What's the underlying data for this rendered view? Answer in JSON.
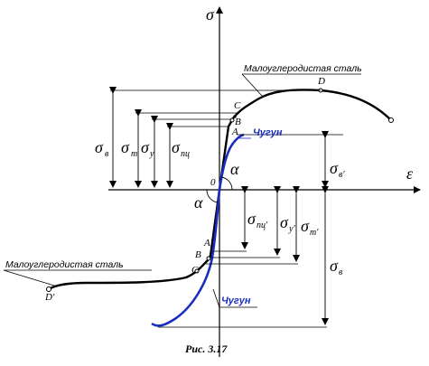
{
  "figure": {
    "caption": "Рис. 3.17",
    "axes": {
      "y_label": "σ",
      "x_label": "ε"
    },
    "origin_label": "0",
    "angle_label": "α",
    "curves": [
      {
        "name": "Малоуглеродистая сталь",
        "color": "#000000",
        "points": [
          "A",
          "B",
          "C",
          "D"
        ]
      },
      {
        "name": "Чугун",
        "color": "#1a2dbf"
      }
    ],
    "upper_quadrant": {
      "stress_labels": [
        {
          "sym": "σ",
          "sub": "в"
        },
        {
          "sym": "σ",
          "sub": "т"
        },
        {
          "sym": "σ",
          "sub": "у"
        },
        {
          "sym": "σ",
          "sub": "пц"
        }
      ],
      "cast_iron_label": {
        "sym": "σ",
        "sub": "в",
        "prime": "′"
      }
    },
    "lower_quadrant": {
      "stress_labels": [
        {
          "sym": "σ",
          "sub": "пц",
          "prime": "′"
        },
        {
          "sym": "σ",
          "sub": "у",
          "prime": "′"
        },
        {
          "sym": "σ",
          "sub": "т",
          "prime": "′"
        },
        {
          "sym": "σ",
          "sub": "в"
        }
      ],
      "points": [
        "A′",
        "B",
        "C",
        "D′"
      ]
    },
    "labels": {
      "steel_top": "Малоуглеродистая сталь",
      "steel_bottom": "Малоуглеродистая сталь",
      "cast_top": "Чугун",
      "cast_bottom": "Чугун",
      "A": "A",
      "B": "B",
      "C": "C",
      "D": "D",
      "A2": "A′",
      "B2": "B",
      "C2": "C",
      "D2": "D′",
      "alpha_top": "α",
      "alpha_bottom": "α",
      "sv": "σ",
      "sv_sub": "в",
      "st": "σ",
      "st_sub": "т",
      "su": "σ",
      "su_sub": "у",
      "spc": "σ",
      "spc_sub": "пц",
      "svp": "σ",
      "svp_sub": "в′",
      "spcp": "σ",
      "spcp_sub": "пц′",
      "sup": "σ",
      "sup_sub": "у′",
      "stp": "σ",
      "stp_sub": "т′",
      "svb": "σ",
      "svb_sub": "в"
    }
  }
}
